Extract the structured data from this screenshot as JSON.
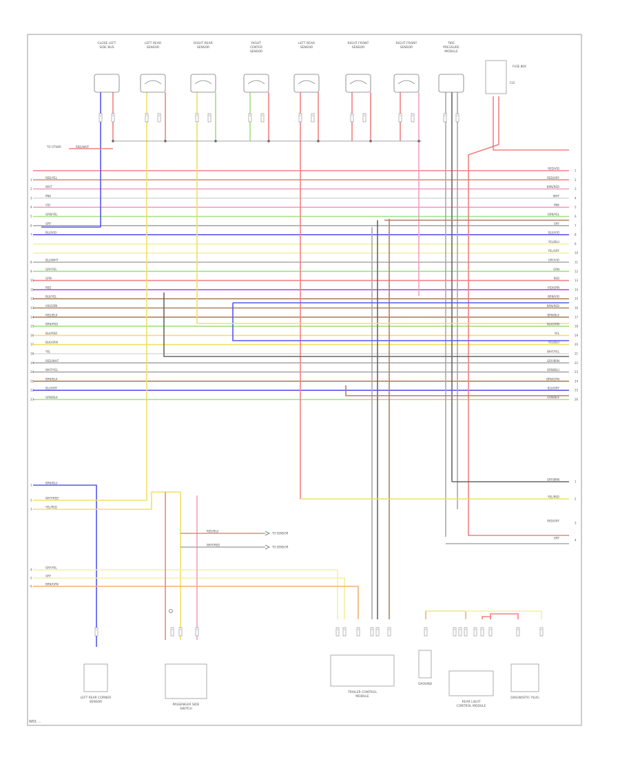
{
  "footer_code": "W01 ...",
  "colors": {
    "red": "#f08080",
    "pink": "#f0a0c0",
    "yellow": "#f0e060",
    "lightyellow": "#f4f0a0",
    "blue": "#5555ee",
    "violet": "#b050e0",
    "green": "#a0e080",
    "brown": "#b08060",
    "grey": "#a8a8a8",
    "black": "#666666",
    "white": "#dcdcdc",
    "orange": "#f0b070"
  },
  "top_connectors": [
    {
      "label": "CLOSE LEFT SIDE BUS"
    },
    {
      "label": "LEFT REAR SENSOR"
    },
    {
      "label": "RIGHT REAR SENSOR"
    },
    {
      "label": "RIGHT CENTER SENSOR"
    },
    {
      "label": "LEFT REAR SENSOR"
    },
    {
      "label": "RIGHT FRONT SENSOR"
    },
    {
      "label": "RIGHT FRONT SENSOR"
    },
    {
      "label": "TIRE PRESSURE MODULE"
    }
  ],
  "fuse_box": {
    "label": "FUSE BOX",
    "fuse": "F25"
  },
  "bottom_components": [
    {
      "label": "LEFT REAR CORNER SENSOR"
    },
    {
      "label": "PASSENGER SIDE SWITCH"
    },
    {
      "label": "TRAILER CONTROL MODULE"
    },
    {
      "label": "GROUND"
    },
    {
      "label": "REAR LIGHT CONTROL MODULE"
    },
    {
      "label": "DIAGNOSTIC PLUG"
    }
  ],
  "left_wires": [
    {
      "row": 1,
      "label": "RED/YEL",
      "color": "red"
    },
    {
      "row": 2,
      "label": "WHT",
      "color": "white"
    },
    {
      "row": 3,
      "label": "PNK",
      "color": "pink"
    },
    {
      "row": 4,
      "label": "VIO",
      "color": "violet"
    },
    {
      "row": 5,
      "label": "GRN/YEL",
      "color": "green"
    },
    {
      "row": 6,
      "label": "GRY",
      "color": "grey"
    },
    {
      "row": 7,
      "label": "BLU/VIO",
      "color": "blue"
    },
    {
      "row": 8,
      "label": "BLU/WHT",
      "color": "blue"
    },
    {
      "row": 9,
      "label": "GRY/YEL",
      "color": "grey"
    },
    {
      "row": 10,
      "label": "GRN",
      "color": "green"
    },
    {
      "row": 11,
      "label": "RED",
      "color": "red"
    },
    {
      "row": 12,
      "label": "BLK/YEL",
      "color": "black"
    },
    {
      "row": 13,
      "label": "VIO/GRN",
      "color": "violet"
    },
    {
      "row": 14,
      "label": "RED/BLK",
      "color": "red"
    },
    {
      "row": 15,
      "label": "BRN/RED",
      "color": "brown"
    },
    {
      "row": 16,
      "label": "BLK/RED",
      "color": "black"
    },
    {
      "row": 17,
      "label": "BLK/GRN",
      "color": "green"
    },
    {
      "row": 18,
      "label": "YEL",
      "color": "yellow"
    },
    {
      "row": 19,
      "label": "RED/WHT",
      "color": "red"
    },
    {
      "row": 20,
      "label": "WHT/YEL",
      "color": "white"
    },
    {
      "row": 21,
      "label": "BRN/BLK",
      "color": "brown"
    },
    {
      "row": 22,
      "label": "BLU/GRY",
      "color": "blue"
    },
    {
      "row": 23,
      "label": "GRN/BLK",
      "color": "green"
    }
  ],
  "right_wires": [
    {
      "label": "RED/VIO",
      "color": "red"
    },
    {
      "label": "RED/GRY",
      "color": "red"
    },
    {
      "label": "BRN/RED",
      "color": "pink"
    },
    {
      "label": "WHT",
      "color": "white"
    },
    {
      "label": "PNK",
      "color": "pink"
    },
    {
      "label": "GRN/YEL",
      "color": "green"
    },
    {
      "label": "GRY",
      "color": "grey"
    },
    {
      "label": "BLU/VIO",
      "color": "blue"
    },
    {
      "label": "YEL/BLU",
      "color": "lightyellow"
    },
    {
      "label": "YEL/GRY",
      "color": "lightyellow"
    },
    {
      "label": "GRY/VIO",
      "color": "grey"
    },
    {
      "label": "GRN",
      "color": "green"
    },
    {
      "label": "RED",
      "color": "red"
    },
    {
      "label": "VIO/GRN",
      "color": "violet"
    },
    {
      "label": "BRN/VIO",
      "color": "brown"
    },
    {
      "label": "BRN/RED",
      "color": "brown"
    },
    {
      "label": "BRN/BLK",
      "color": "brown"
    },
    {
      "label": "BLK/GRN",
      "color": "green"
    },
    {
      "label": "YEL",
      "color": "yellow"
    },
    {
      "label": "YEL/BLU",
      "color": "yellow"
    },
    {
      "label": "WHT/YEL",
      "color": "white"
    },
    {
      "label": "GRY/BRN",
      "color": "grey"
    },
    {
      "label": "GRN/BLU",
      "color": "grey"
    },
    {
      "label": "BRN/GRN",
      "color": "brown"
    },
    {
      "label": "BLU/GRY",
      "color": "blue"
    },
    {
      "label": "GRN/BLK",
      "color": "green"
    }
  ],
  "lower_right_wires": [
    {
      "label": "GRY/BRN",
      "color": "grey"
    },
    {
      "label": "YEL/RED",
      "color": "yellow"
    },
    {
      "label": "RED/GRY",
      "color": "red"
    },
    {
      "label": "GRY",
      "color": "grey"
    }
  ],
  "lower_left_wires": [
    {
      "label": "BRN/BLU",
      "color": "blue"
    },
    {
      "label": "WHT/RED",
      "color": "yellow"
    },
    {
      "label": "YEL/RED",
      "color": "yellow"
    },
    {
      "label": "GRY/YEL",
      "color": "lightyellow"
    },
    {
      "label": "GRY",
      "color": "lightyellow"
    },
    {
      "label": "BRN/GRN",
      "color": "orange"
    }
  ],
  "switch_wires": [
    {
      "label": "RED/BLU",
      "color": "red"
    },
    {
      "label": "WHT/RED",
      "color": "grey"
    }
  ],
  "switch_targets": [
    {
      "label": "TO SENSOR"
    },
    {
      "label": "TO SENSOR"
    }
  ]
}
